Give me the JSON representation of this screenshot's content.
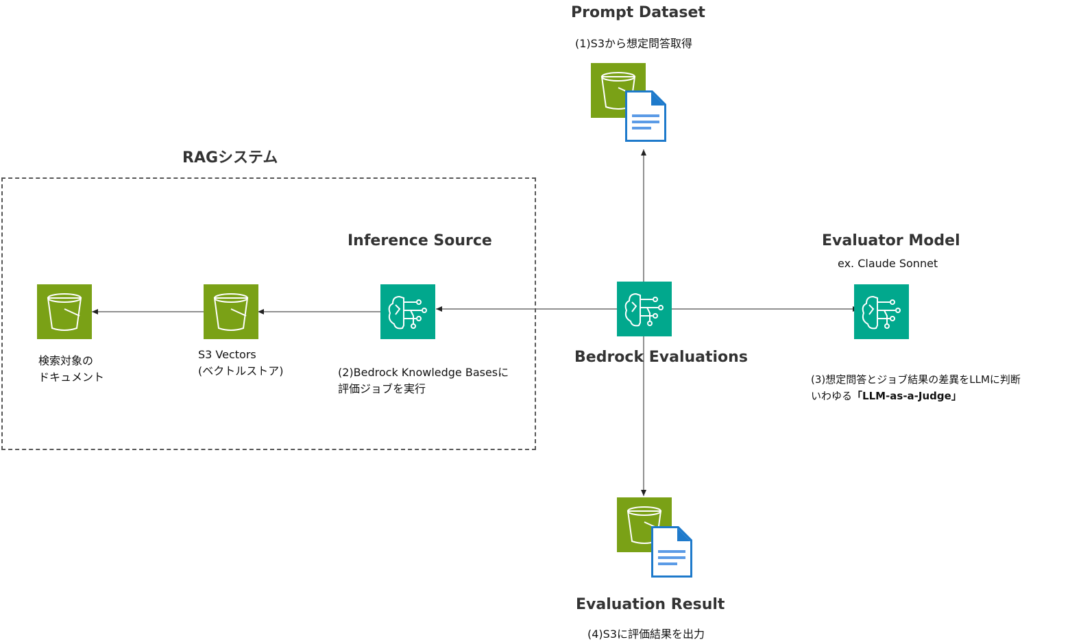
{
  "colors": {
    "s3_green": "#7AA116",
    "ai_teal": "#01A88D",
    "doc_blue": "#1E7ACB",
    "doc_light": "#5B9BE6",
    "line": "#222222",
    "dash": "#555555"
  },
  "rag_group": {
    "title": "RAGシステム"
  },
  "prompt_dataset": {
    "title": "Prompt Dataset",
    "caption": "(1)S3から想定問答取得",
    "icon": "s3-document-icon"
  },
  "inference_source": {
    "title": "Inference Source",
    "caption_line1": "(2)Bedrock Knowledge Basesに",
    "caption_line2": "評価ジョブを実行",
    "icon": "bedrock-brain-icon"
  },
  "bedrock_evaluations": {
    "title": "Bedrock Evaluations",
    "icon": "bedrock-brain-icon"
  },
  "evaluator_model": {
    "title": "Evaluator Model",
    "subtitle": "ex. Claude Sonnet",
    "caption_line1": "(3)想定問答とジョブ結果の差異をLLMに判断",
    "caption_line2_prefix": "いわゆる",
    "caption_line2_bold": "「LLM-as-a-Judge」",
    "icon": "bedrock-brain-icon"
  },
  "s3_vectors": {
    "label_line1": "S3 Vectors",
    "label_line2": "(ベクトルストア)",
    "icon": "s3-bucket-icon"
  },
  "documents": {
    "label_line1": "検索対象の",
    "label_line2": "ドキュメント",
    "icon": "s3-bucket-icon"
  },
  "evaluation_result": {
    "title": "Evaluation Result",
    "caption": "(4)S3に評価結果を出力",
    "icon": "s3-document-icon"
  }
}
